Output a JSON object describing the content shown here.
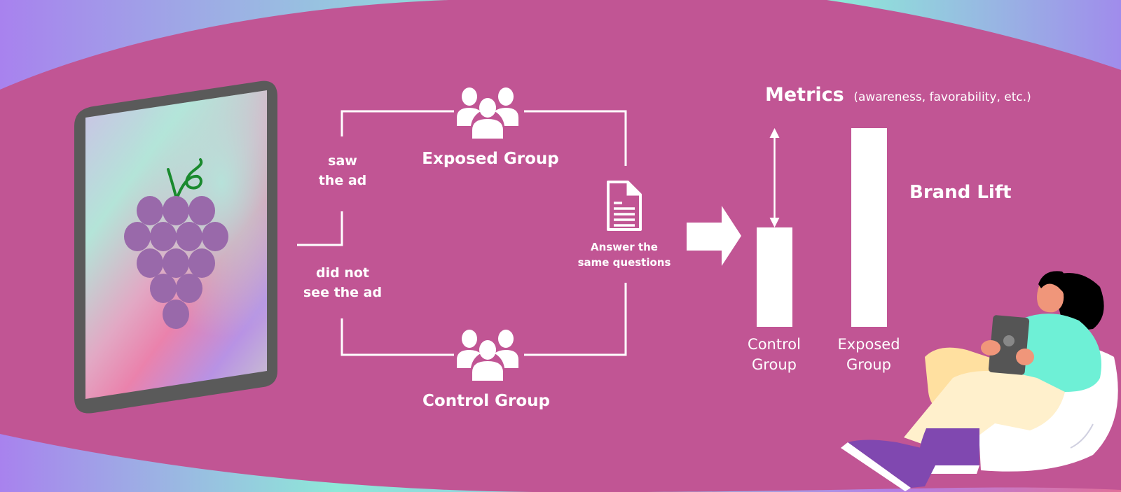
{
  "colors": {
    "background_main": "#c15594",
    "background_corner_purple": "#a882ee",
    "background_corner_teal": "#8ee8d8",
    "line": "#ffffff",
    "tablet_frame": "#5a5a5a",
    "grape": "#9969aa",
    "grape_stem": "#1a8a2e"
  },
  "left_branch": {
    "top_label_line1": "saw",
    "top_label_line2": "the ad",
    "bottom_label_line1": "did not",
    "bottom_label_line2": "see the ad"
  },
  "groups": {
    "exposed": {
      "label": "Exposed Group",
      "icon": "people-group-icon"
    },
    "control": {
      "label": "Control Group",
      "icon": "people-group-icon"
    }
  },
  "survey": {
    "icon": "document-icon",
    "label_line1": "Answer the",
    "label_line2": "same questions"
  },
  "results": {
    "metrics_title": "Metrics",
    "metrics_subtitle": "(awareness, favorability, etc.)",
    "brand_lift_label": "Brand Lift"
  },
  "chart_data": {
    "type": "bar",
    "title": "Metrics",
    "subtitle": "(awareness, favorability, etc.)",
    "categories": [
      "Control Group",
      "Exposed Group"
    ],
    "category_lines": [
      [
        "Control",
        "Group"
      ],
      [
        "Exposed",
        "Group"
      ]
    ],
    "values": [
      50,
      100
    ],
    "ylim": [
      0,
      100
    ],
    "xlabel": "",
    "ylabel": "",
    "annotation": "Brand Lift",
    "grid": false
  }
}
